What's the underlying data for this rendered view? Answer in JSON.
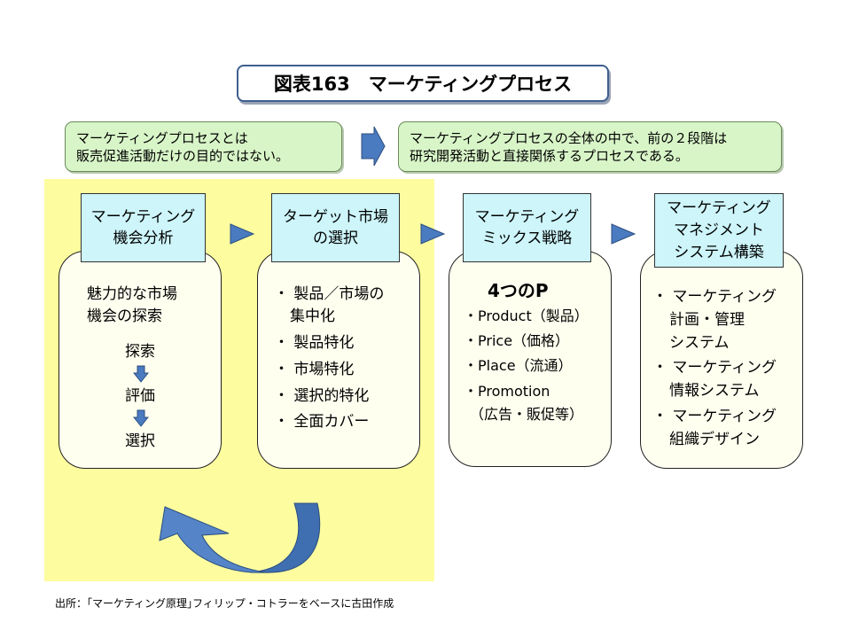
{
  "title": "図表163　マーケティングプロセス",
  "note_left": [
    "マーケティングプロセスとは",
    "販売促進活動だけの目的ではない。"
  ],
  "note_right": [
    "マーケティングプロセスの全体の中で、前の２段階は",
    "研究開発活動と直接関係するプロセスである。"
  ],
  "steps": [
    {
      "header": [
        "マーケティング",
        "機会分析"
      ],
      "body": [
        "魅力的な市場",
        "機会の探索"
      ],
      "flow": [
        "探索",
        "評価",
        "選択"
      ]
    },
    {
      "header": [
        "ターゲット市場",
        "の選択"
      ],
      "body": [
        "・ 製品／市場の",
        "集中化",
        "・ 製品特化",
        "・ 市場特化",
        "・ 選択的特化",
        "・ 全面カバー"
      ]
    },
    {
      "header": [
        "マーケティング",
        "ミックス戦略"
      ],
      "body_title": "4つのP",
      "body": [
        "・Product（製品）",
        "・Price（価格）",
        "・Place（流通）",
        "・Promotion",
        "（広告・販促等）"
      ]
    },
    {
      "header": [
        "マーケティング",
        "マネジメント",
        "システム構築"
      ],
      "body": [
        "・ マーケティング",
        "計画・管理",
        "システム",
        "・ マーケティング",
        "情報システム",
        "・ マーケティング",
        "組織デザイン"
      ]
    }
  ],
  "source": "出所：｢マーケティング原理｣フィリップ・コトラーをベースに古田作成",
  "colors": {
    "title_border": "#3f5f8f",
    "note_fill": "#d8f5c8",
    "highlight": "#fdfda0",
    "header_fill": "#cdf5fa",
    "arrow": "#4a7abf"
  }
}
